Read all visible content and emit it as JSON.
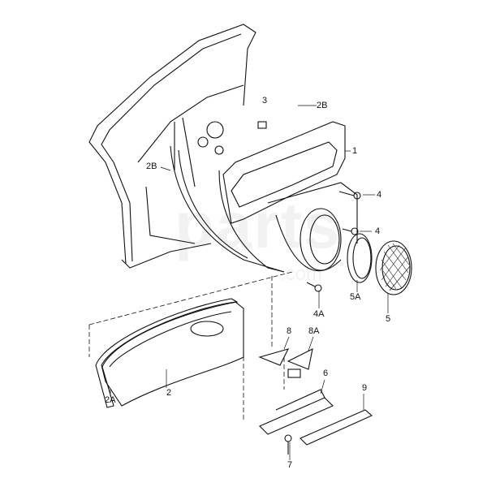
{
  "watermark": {
    "main": "parts",
    "sub": ".com"
  },
  "labels": {
    "l3": "3",
    "l2B_top": "2B",
    "l1": "1",
    "l2B_left": "2B",
    "l4_upper": "4",
    "l4_lower": "4",
    "l5A": "5A",
    "l5": "5",
    "l4A": "4A",
    "l8": "8",
    "l8A": "8A",
    "l6": "6",
    "l9": "9",
    "l2A": "2A",
    "l2": "2",
    "l7": "7"
  }
}
